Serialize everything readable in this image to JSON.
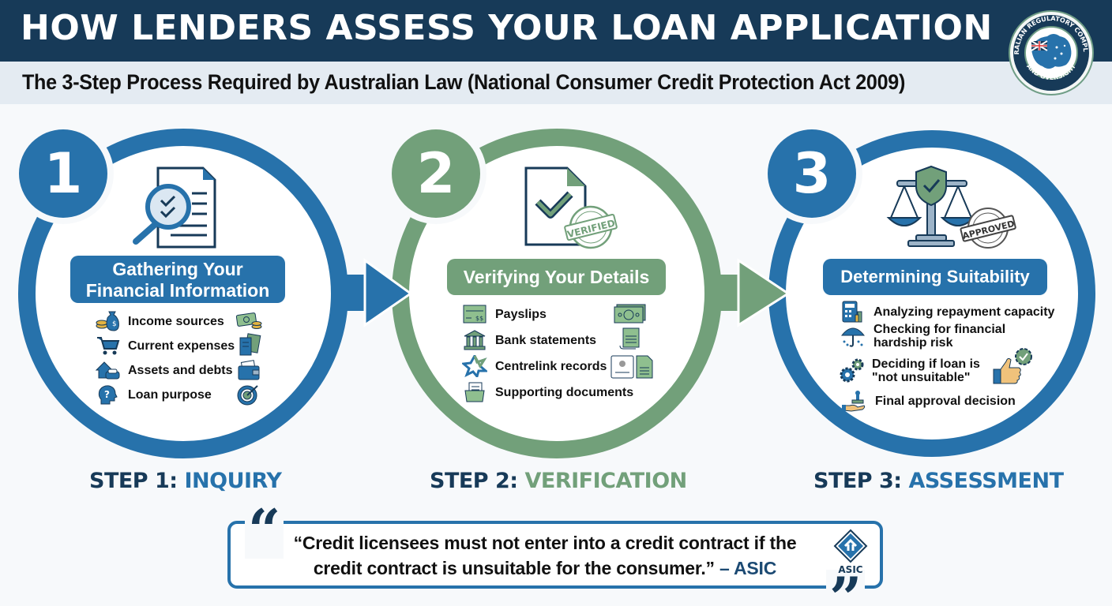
{
  "header": {
    "title": "HOW LENDERS ASSESS YOUR LOAN APPLICATION",
    "subtitle": "The 3-Step Process Required by Australian Law (National Consumer Credit Protection Act 2009)",
    "seal": {
      "top_text": "AUSTRALIAN REGULATORY COMPLIANCE",
      "bottom_text": "AND OVERSIGHT",
      "icon": "australia-map-flag-icon"
    }
  },
  "colors": {
    "navy": "#173a58",
    "blue": "#2772ab",
    "green": "#72a07a",
    "subheader_bg": "#e4ebf2",
    "background": "#f7f9fb"
  },
  "steps": [
    {
      "number": "1",
      "color": "blue",
      "hero_icon": "magnifier-document-icon",
      "heading_line1": "Gathering Your",
      "heading_line2": "Financial Information",
      "items": [
        {
          "label": "Income sources",
          "icon": "money-bag-icon",
          "side_icon": "cash-coins-icon"
        },
        {
          "label": "Current expenses",
          "icon": "shopping-cart-icon",
          "side_icon": "bills-icon"
        },
        {
          "label": "Assets and debts",
          "icon": "house-car-icon",
          "side_icon": "wallet-icon"
        },
        {
          "label": "Loan purpose",
          "icon": "head-question-icon",
          "side_icon": "target-icon"
        }
      ],
      "label_prefix": "STEP 1: ",
      "label_name": "INQUIRY"
    },
    {
      "number": "2",
      "color": "green",
      "hero_icon": "document-check-icon",
      "stamp_text": "VERIFIED",
      "heading_line1": "Verifying Your Details",
      "items": [
        {
          "label": "Payslips",
          "icon": "payslip-icon",
          "side_icon": "banknote-icon"
        },
        {
          "label": "Bank statements",
          "icon": "bank-building-icon",
          "side_icon": "statement-scroll-icon"
        },
        {
          "label": "Centrelink records",
          "icon": "centrelink-star-icon",
          "side_icon": "government-record-icon"
        },
        {
          "label": "Supporting documents",
          "icon": "folder-documents-icon",
          "side_icon": ""
        }
      ],
      "label_prefix": "STEP 2: ",
      "label_name": "VERIFICATION"
    },
    {
      "number": "3",
      "color": "blue",
      "hero_icon": "scales-shield-icon",
      "stamp_text": "APPROVED",
      "heading_line1": "Determining Suitability",
      "items": [
        {
          "label": "Analyzing repayment capacity",
          "icon": "calculator-icon",
          "side_icon": ""
        },
        {
          "label": "Checking for financial",
          "label2": "hardship risk",
          "icon": "umbrella-icon",
          "side_icon": ""
        },
        {
          "label": "Deciding if loan is",
          "label2": "\"not unsuitable\"",
          "icon": "gears-icon",
          "side_icon": "thumbs-up-icon"
        },
        {
          "label": "Final approval decision",
          "icon": "stamp-hand-icon",
          "side_icon": ""
        }
      ],
      "label_prefix": "STEP 3: ",
      "label_name": "ASSESSMENT"
    }
  ],
  "quote": {
    "open_mark": "“",
    "close_mark": "”",
    "line1": "“Credit licensees must not enter into a credit contract if the",
    "line2": "credit contract is unsuitable for the consumer.”",
    "source": " – ASIC",
    "logo_label": "ASIC"
  }
}
